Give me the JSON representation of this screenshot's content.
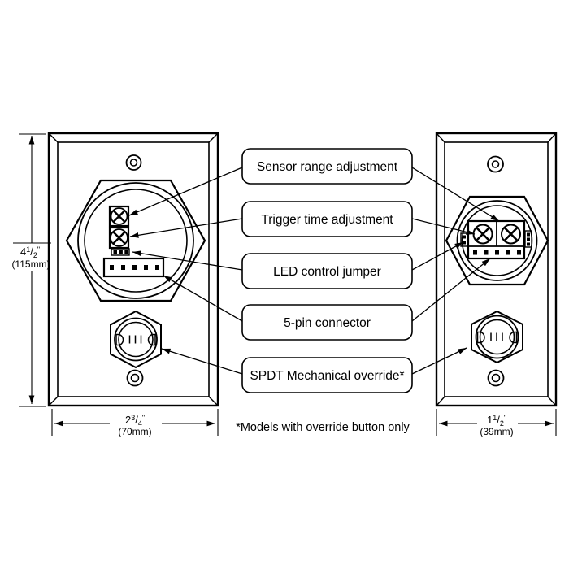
{
  "diagram": {
    "callouts": [
      {
        "label": "Sensor range adjustment"
      },
      {
        "label": "Trigger time adjustment"
      },
      {
        "label": "LED control jumper"
      },
      {
        "label": "5-pin connector"
      },
      {
        "label": "SPDT Mechanical override*"
      }
    ],
    "footnote": "*Models with override button only",
    "dimensions": {
      "height": {
        "whole": "4",
        "num": "1",
        "slash": "/",
        "den": "2",
        "quote": "\"",
        "metric": "(115mm)"
      },
      "width_large": {
        "whole": "2",
        "num": "3",
        "slash": "/",
        "den": "4",
        "quote": "\"",
        "metric": "(70mm)"
      },
      "width_small": {
        "whole": "1",
        "num": "1",
        "slash": "/",
        "den": "2",
        "quote": "\"",
        "metric": "(39mm)"
      }
    },
    "colors": {
      "line": "#000000",
      "background": "#ffffff"
    }
  }
}
